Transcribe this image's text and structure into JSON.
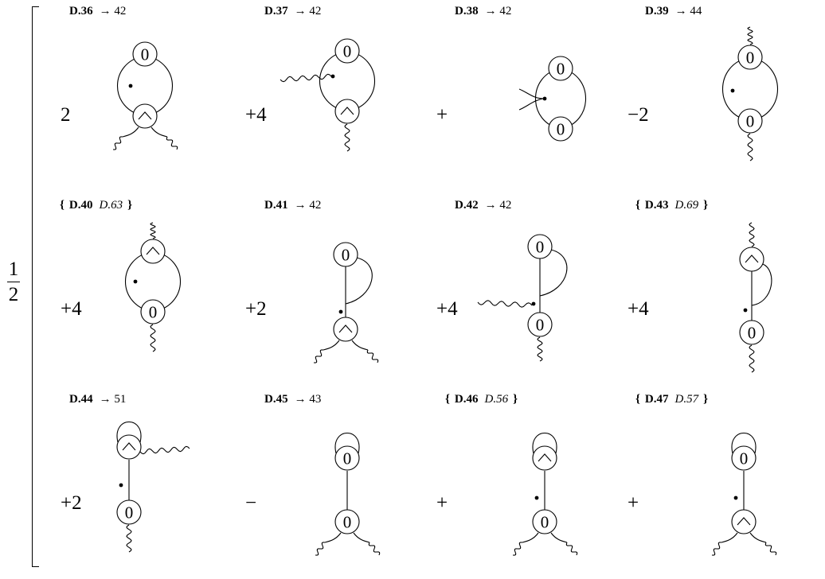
{
  "prefactor": {
    "numerator": "1",
    "denominator": "2"
  },
  "zero_label": "0",
  "rows": [
    [
      {
        "id": "D.36",
        "target": "→ 42",
        "coef": "2"
      },
      {
        "id": "D.37",
        "target": "→ 42",
        "coef": "+4"
      },
      {
        "id": "D.38",
        "target": "→ 42",
        "coef": "+"
      },
      {
        "id": "D.39",
        "target": "→ 44",
        "coef": "−2"
      }
    ],
    [
      {
        "open": "{",
        "id": "D.40",
        "alt": "D.63",
        "close": "}",
        "coef": "+4"
      },
      {
        "id": "D.41",
        "target": "→ 42",
        "coef": "+2"
      },
      {
        "id": "D.42",
        "target": "→ 42",
        "coef": "+4"
      },
      {
        "open": "{",
        "id": "D.43",
        "alt": "D.69",
        "close": "}",
        "coef": "+4"
      }
    ],
    [
      {
        "id": "D.44",
        "target": "→ 51",
        "coef": "+2"
      },
      {
        "id": "D.45",
        "target": "→ 43",
        "coef": "−"
      },
      {
        "open": "{",
        "id": "D.46",
        "alt": "D.56",
        "close": "}",
        "coef": "+"
      },
      {
        "open": "{",
        "id": "D.47",
        "alt": "D.57",
        "close": "}",
        "coef": "+"
      }
    ]
  ]
}
